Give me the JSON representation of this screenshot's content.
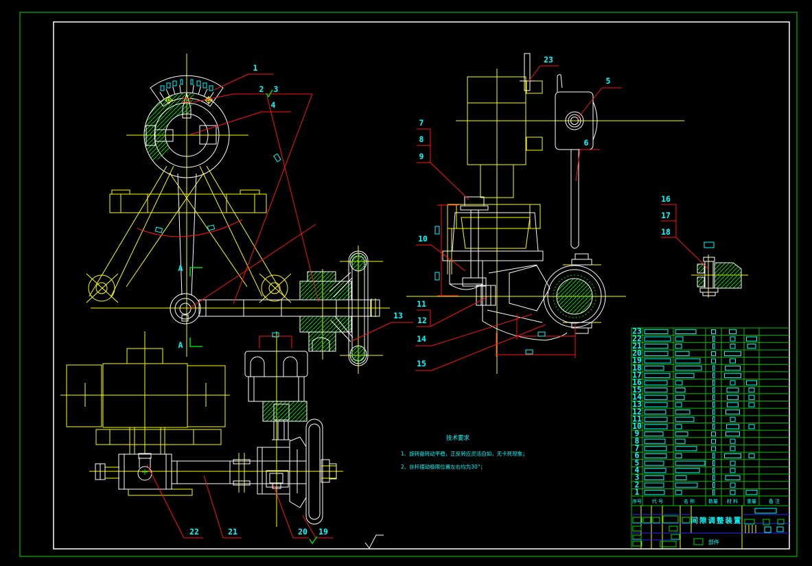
{
  "colors": {
    "background": "#000000",
    "frame_outer": "#00dc00",
    "frame_inner": "#ffffff",
    "linework_primary": "#ffff00",
    "linework_outline": "#ffffff",
    "leader_lines": "#ff1414",
    "callout_text": "#00ffff",
    "hatch": "#00dd00",
    "table_grid": "#00c300",
    "titleblock_lines": "#2a2aff"
  },
  "drawing": {
    "callouts": [
      "1",
      "2",
      "3",
      "4",
      "5",
      "6",
      "7",
      "8",
      "9",
      "10",
      "11",
      "12",
      "13",
      "14",
      "15",
      "16",
      "17",
      "18",
      "19",
      "20",
      "21",
      "22",
      "23"
    ],
    "section_marks": {
      "top": "A",
      "bottom": "A"
    },
    "notes": {
      "title": "技术要求",
      "line1": "1、旋转盘转动平稳，正反转应灵活自如，无卡死现象；",
      "line2": "2、丝杆摆动极限位置左右均为30°；"
    }
  },
  "parts_table": {
    "headers": [
      "序号",
      "代 号",
      "名 称",
      "数量",
      "材 料",
      "重量",
      "备 注"
    ],
    "rows": [
      [
        "23",
        34,
        30,
        "s",
        10,
        0
      ],
      [
        "22",
        38,
        11,
        "t",
        7,
        15
      ],
      [
        "21",
        34,
        9,
        "t",
        7,
        12
      ],
      [
        "20",
        34,
        20,
        "s",
        24,
        0
      ],
      [
        "19",
        38,
        36,
        "s",
        8,
        0
      ],
      [
        "18",
        28,
        38,
        "t",
        22,
        0
      ],
      [
        "17",
        37,
        27,
        "t",
        24,
        0
      ],
      [
        "16",
        33,
        10,
        "t",
        7,
        15
      ],
      [
        "15",
        33,
        14,
        "t",
        17,
        8
      ],
      [
        "14",
        33,
        13,
        "t",
        16,
        8
      ],
      [
        "13",
        33,
        9,
        "t",
        16,
        8
      ],
      [
        "12",
        31,
        21,
        "t",
        20,
        0
      ],
      [
        "11",
        33,
        27,
        "t",
        7,
        0
      ],
      [
        "10",
        33,
        9,
        "t",
        18,
        8
      ],
      [
        "9",
        27,
        18,
        "s",
        20,
        0
      ],
      [
        "8",
        30,
        14,
        "s",
        7,
        0
      ],
      [
        "7",
        32,
        31,
        "s",
        7,
        0
      ],
      [
        "6",
        32,
        9,
        "t",
        24,
        8
      ],
      [
        "5",
        28,
        43,
        "t",
        7,
        0
      ],
      [
        "4",
        31,
        35,
        "t",
        7,
        0
      ],
      [
        "3",
        28,
        16,
        "t",
        21,
        0
      ],
      [
        "2",
        28,
        32,
        "t",
        7,
        0
      ],
      [
        "1",
        29,
        9,
        "t",
        7,
        16
      ]
    ]
  },
  "title_block": {
    "title": "间隙调整装置",
    "part_label": "部件"
  }
}
